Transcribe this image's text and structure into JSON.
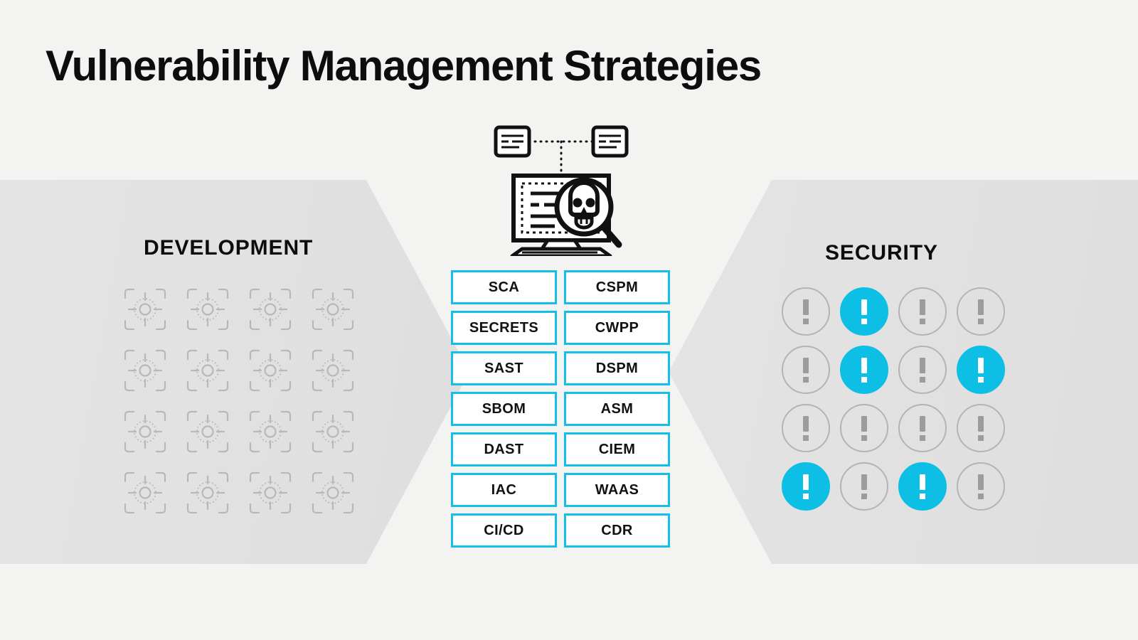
{
  "page": {
    "title": "Vulnerability Management Strategies",
    "background_color": "#f3f3f1",
    "accent_color": "#0dbfe4",
    "panel_color": "#e2e2e2",
    "box_border_color": "#13bfe6"
  },
  "left_section": {
    "heading": "DEVELOPMENT",
    "icon_name": "target-icon",
    "icon_count": 16,
    "icon_color": "#b8b8b8"
  },
  "right_section": {
    "heading": "SECURITY",
    "icon_name": "alert-exclamation-icon",
    "icon_count": 16,
    "inactive_color": "#9c9c9c",
    "active_color": "#0dbfe4",
    "states": [
      [
        "off",
        "on",
        "off",
        "off"
      ],
      [
        "off",
        "on",
        "off",
        "on"
      ],
      [
        "off",
        "off",
        "off",
        "off"
      ],
      [
        "on",
        "off",
        "on",
        "off"
      ]
    ]
  },
  "illustration": {
    "name": "vulnerability-scan-illustration",
    "elements": [
      "document-card-left",
      "document-card-right",
      "dotted-connector",
      "monitor-with-code",
      "magnifier-with-skull",
      "keyboard"
    ]
  },
  "strategies": {
    "left_column": [
      "SCA",
      "SECRETS",
      "SAST",
      "SBOM",
      "DAST",
      "IAC",
      "CI/CD"
    ],
    "right_column": [
      "CSPM",
      "CWPP",
      "DSPM",
      "ASM",
      "CIEM",
      "WAAS",
      "CDR"
    ]
  }
}
